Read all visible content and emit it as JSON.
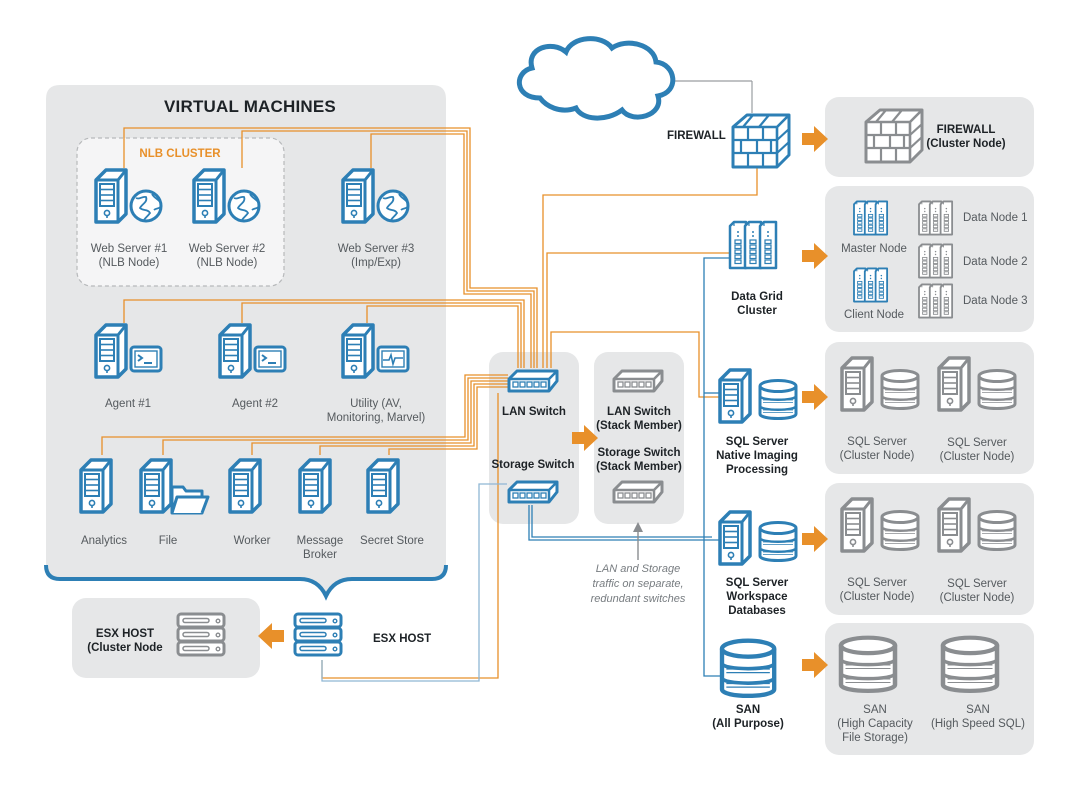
{
  "colors": {
    "accent_blue": "#2d7fb5",
    "accent_orange": "#e8902a",
    "panel_gray": "#e6e7e8",
    "node_gray": "#8a8d90",
    "text_dark": "#1d2226",
    "text_gray": "#555a5e"
  },
  "internet": {
    "icon": "cloud-icon"
  },
  "firewall": {
    "label": "FIREWALL",
    "icon": "firewall-icon"
  },
  "firewall_cluster": {
    "label_line1": "FIREWALL",
    "label_line2": "(Cluster Node)",
    "icon": "firewall-icon"
  },
  "virtual_machines": {
    "title": "VIRTUAL MACHINES",
    "nlb_cluster_title": "NLB CLUSTER",
    "web_servers": [
      {
        "line1": "Web Server #1",
        "line2": "(NLB Node)",
        "icon": "web-server-icon"
      },
      {
        "line1": "Web Server #2",
        "line2": "(NLB Node)",
        "icon": "web-server-icon"
      },
      {
        "line1": "Web Server #3",
        "line2": "(Imp/Exp)",
        "icon": "web-server-icon"
      }
    ],
    "agents": [
      {
        "line1": "Agent #1",
        "line2": "",
        "icon": "terminal-server-icon"
      },
      {
        "line1": "Agent #2",
        "line2": "",
        "icon": "terminal-server-icon"
      },
      {
        "line1": "Utility (AV,",
        "line2": "Monitoring, Marvel)",
        "icon": "monitoring-server-icon"
      }
    ],
    "services": [
      {
        "line1": "Analytics",
        "line2": "",
        "icon": "server-icon"
      },
      {
        "line1": "File",
        "line2": "",
        "icon": "file-server-icon"
      },
      {
        "line1": "Worker",
        "line2": "",
        "icon": "server-icon"
      },
      {
        "line1": "Message",
        "line2": "Broker",
        "icon": "server-icon"
      },
      {
        "line1": "Secret Store",
        "line2": "",
        "icon": "server-icon"
      }
    ]
  },
  "esx_host": {
    "label": "ESX HOST",
    "icon": "rack-server-icon"
  },
  "esx_cluster": {
    "label_line1": "ESX HOST",
    "label_line2": "(Cluster Node",
    "icon": "rack-server-icon"
  },
  "switches": {
    "lan": "LAN Switch",
    "storage": "Storage Switch",
    "lan_stack_line1": "LAN Switch",
    "lan_stack_line2": "(Stack Member)",
    "storage_stack_line1": "Storage Switch",
    "storage_stack_line2": "(Stack Member)",
    "note_line1": "LAN and Storage",
    "note_line2": "traffic on separate,",
    "note_line3": "redundant switches"
  },
  "data_grid": {
    "label_line1": "Data Grid",
    "label_line2": "Cluster",
    "master": "Master Node",
    "client": "Client Node",
    "data_nodes": [
      "Data Node 1",
      "Data Node 2",
      "Data Node 3"
    ]
  },
  "sql_native": {
    "line1": "SQL Server",
    "line2": "Native Imaging",
    "line3": "Processing"
  },
  "sql_workspace": {
    "line1": "SQL Server",
    "line2": "Workspace",
    "line3": "Databases"
  },
  "sql_cluster_nodes": [
    {
      "line1": "SQL Server",
      "line2": "(Cluster Node)"
    },
    {
      "line1": "SQL Server",
      "line2": "(Cluster Node)"
    },
    {
      "line1": "SQL Server",
      "line2": "(Cluster Node)"
    },
    {
      "line1": "SQL Server",
      "line2": "(Cluster Node)"
    }
  ],
  "san": {
    "line1": "SAN",
    "line2": "(All Purpose)"
  },
  "san_nodes": [
    {
      "line1": "SAN",
      "line2": "(High Capacity",
      "line3": "File Storage)"
    },
    {
      "line1": "SAN",
      "line2": "(High Speed SQL)",
      "line3": ""
    }
  ]
}
